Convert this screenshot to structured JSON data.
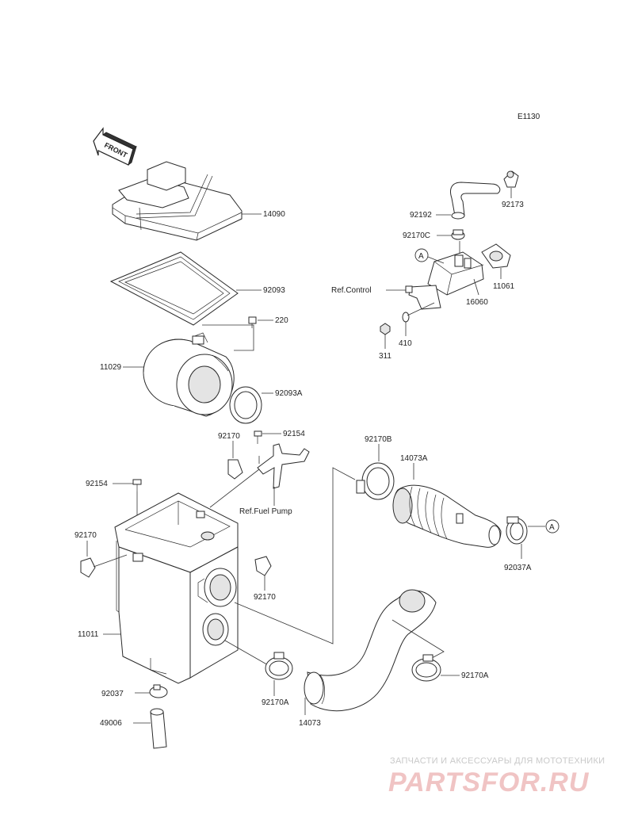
{
  "diagram_code": "E1130",
  "front_label": "FRONT",
  "labels": {
    "p14090": "14090",
    "p92093": "92093",
    "p220": "220",
    "p11029": "11029",
    "p92093A": "92093A",
    "p92170_top": "92170",
    "p92154_top": "92154",
    "p92154_left": "92154",
    "ref_fuel_pump": "Ref.Fuel Pump",
    "p92170_left": "92170",
    "p92170_mid": "92170",
    "p11011": "11011",
    "p92037": "92037",
    "p49006": "49006",
    "p92170A_bottom": "92170A",
    "p14073": "14073",
    "p92170A_right": "92170A",
    "p92170B": "92170B",
    "p14073A": "14073A",
    "p92037A": "92037A",
    "ref_a_right": "A",
    "p92192": "92192",
    "p92173": "92173",
    "p92170C": "92170C",
    "ref_a_top": "A",
    "ref_control": "Ref.Control",
    "p11061": "11061",
    "p16060": "16060",
    "p410": "410",
    "p311": "311"
  },
  "watermark": {
    "line1": "ЗАПЧАСТИ И АКСЕССУАРЫ ДЛЯ МОТОТЕХНИКИ",
    "line2": "PARTSFOR.RU"
  }
}
